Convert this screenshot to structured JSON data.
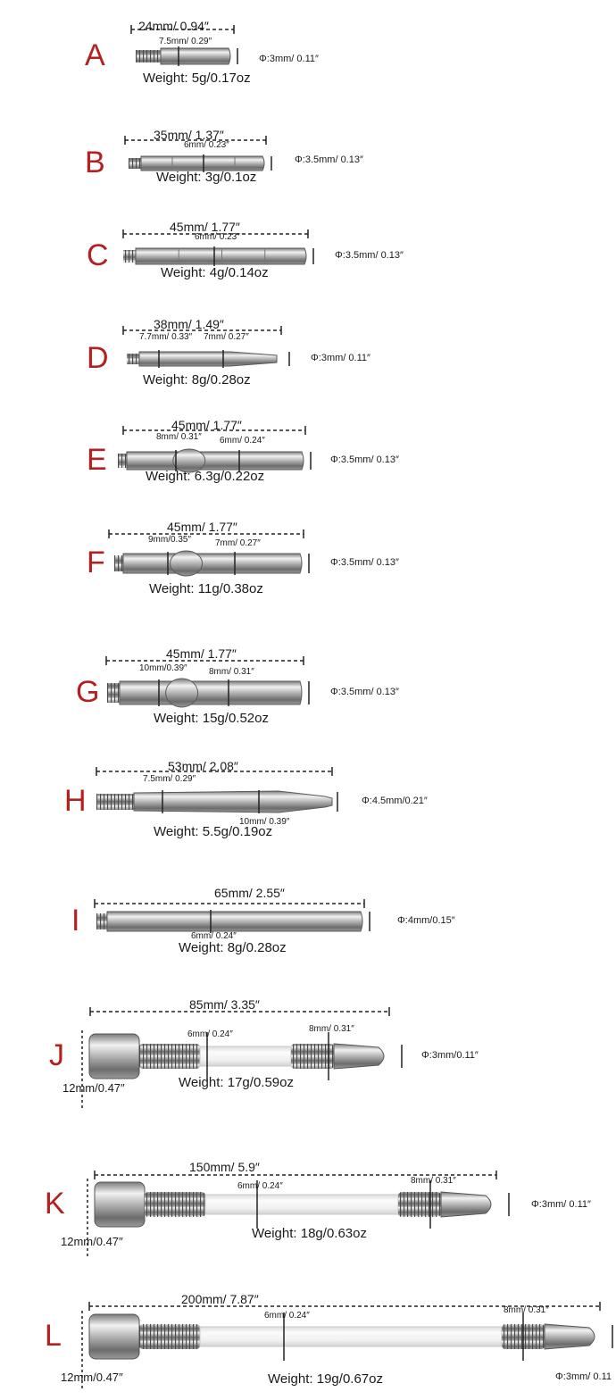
{
  "colors": {
    "letter": "#b3201f",
    "metal": "#a8a8a8",
    "text": "#1a1a1a"
  },
  "items": [
    {
      "letter": "A",
      "length": "24mm/ 0.94″",
      "dims": [
        "7.5mm/ 0.29″"
      ],
      "phi": "Φ:3mm/ 0.11″",
      "weight": "Weight:  5g/0.17oz"
    },
    {
      "letter": "B",
      "length": "35mm/ 1.37″",
      "dims": [
        "6mm/ 0.23″"
      ],
      "phi": "Φ:3.5mm/  0.13″",
      "weight": "Weight:  3g/0.1oz"
    },
    {
      "letter": "C",
      "length": "45mm/ 1.77″",
      "dims": [
        "6mm/ 0.23″"
      ],
      "phi": "Φ:3.5mm/  0.13″",
      "weight": "Weight:  4g/0.14oz"
    },
    {
      "letter": "D",
      "length": "38mm/ 1.49″",
      "dims": [
        "7.7mm/ 0.33″",
        "7mm/ 0.27″"
      ],
      "phi": "Φ:3mm/  0.11″",
      "weight": "Weight:  8g/0.28oz"
    },
    {
      "letter": "E",
      "length": "45mm/ 1.77″",
      "dims": [
        "8mm/ 0.31″",
        "6mm/ 0.24″"
      ],
      "phi": "Φ:3.5mm/  0.13″",
      "weight": "Weight:  6.3g/0.22oz"
    },
    {
      "letter": "F",
      "length": "45mm/ 1.77″",
      "dims": [
        "9mm/0.35″",
        "7mm/ 0.27″"
      ],
      "phi": "Φ:3.5mm/  0.13″",
      "weight": "Weight:  11g/0.38oz"
    },
    {
      "letter": "G",
      "length": "45mm/ 1.77″",
      "dims": [
        "10mm/0.39″",
        "8mm/ 0.31″"
      ],
      "phi": "Φ:3.5mm/  0.13″",
      "weight": "Weight:  15g/0.52oz"
    },
    {
      "letter": "H",
      "length": "53mm/ 2.08″",
      "dims": [
        "7.5mm/ 0.29″",
        "10mm/ 0.39″"
      ],
      "phi": "Φ:4.5mm/0.21″",
      "weight": "Weight:  5.5g/0.19oz"
    },
    {
      "letter": "I",
      "length": "65mm/ 2.55″",
      "dims": [
        "6mm/ 0.24″"
      ],
      "phi": "Φ:4mm/0.15″",
      "weight": "Weight:  8g/0.28oz"
    },
    {
      "letter": "J",
      "length": "85mm/ 3.35″",
      "dims": [
        "6mm/ 0.24″",
        "8mm/ 0.31″"
      ],
      "phi": "Φ:3mm/0.11″",
      "weight": "Weight:  17g/0.59oz",
      "side": "12mm/0.47″"
    },
    {
      "letter": "K",
      "length": "150mm/ 5.9″",
      "dims": [
        "6mm/ 0.24″",
        "8mm/ 0.31″"
      ],
      "phi": "Φ:3mm/ 0.11″",
      "weight": "Weight:  18g/0.63oz",
      "side": "12mm/0.47″"
    },
    {
      "letter": "L",
      "length": "200mm/ 7.87″",
      "dims": [
        "6mm/ 0.24″",
        "8mm/ 0.31″"
      ],
      "phi": "Φ:3mm/ 0.11",
      "weight": "Weight:  19g/0.67oz",
      "side": "12mm/0.47″"
    }
  ]
}
